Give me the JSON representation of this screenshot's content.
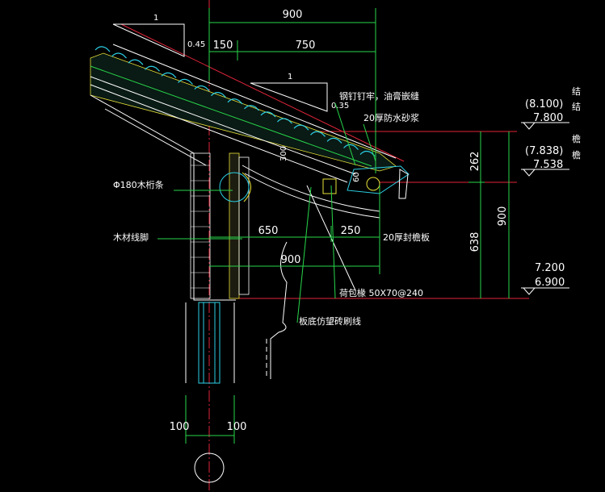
{
  "colors": {
    "background": "#000000",
    "dimension_green": "#2fe35a",
    "annotation_white": "#ffffff",
    "axis_red": "#e0253a",
    "tile_cyan": "#2bd0e6",
    "structure_yellow": "#e8e23a"
  },
  "slopes": {
    "upper": {
      "rise": "1",
      "run": "0.45"
    },
    "lower": {
      "rise": "1",
      "run": "0.35"
    }
  },
  "dims_top": {
    "total": "900",
    "left": "150",
    "right": "750"
  },
  "dims_middle": {
    "a": "650",
    "b": "250",
    "total": "900"
  },
  "dims_bottom": {
    "left": "100",
    "right": "100"
  },
  "dims_vertical": {
    "d300": "300",
    "d60": "60",
    "d262": "262",
    "d638": "638",
    "d900": "900"
  },
  "annotations": {
    "nail": "钢钉钉牢，油膏嵌缝",
    "mortar": "20厚防水砂浆",
    "purlin": "Φ180木桁条",
    "foot": "木材线脚",
    "fascia": "20厚封檐板",
    "rafter": "荷包椽 50X70@240",
    "brick": "板底仿望砖刷线"
  },
  "elevations": {
    "ridge_label": "结",
    "ridge_label2": "结",
    "ridge_top": "(8.100)",
    "ridge_bottom": "7.800",
    "eave_label": "檐",
    "eave_label2": "檐",
    "eave_top": "(7.838)",
    "eave_bottom": "7.538",
    "floor_top": "7.200",
    "floor_bottom": "6.900"
  }
}
